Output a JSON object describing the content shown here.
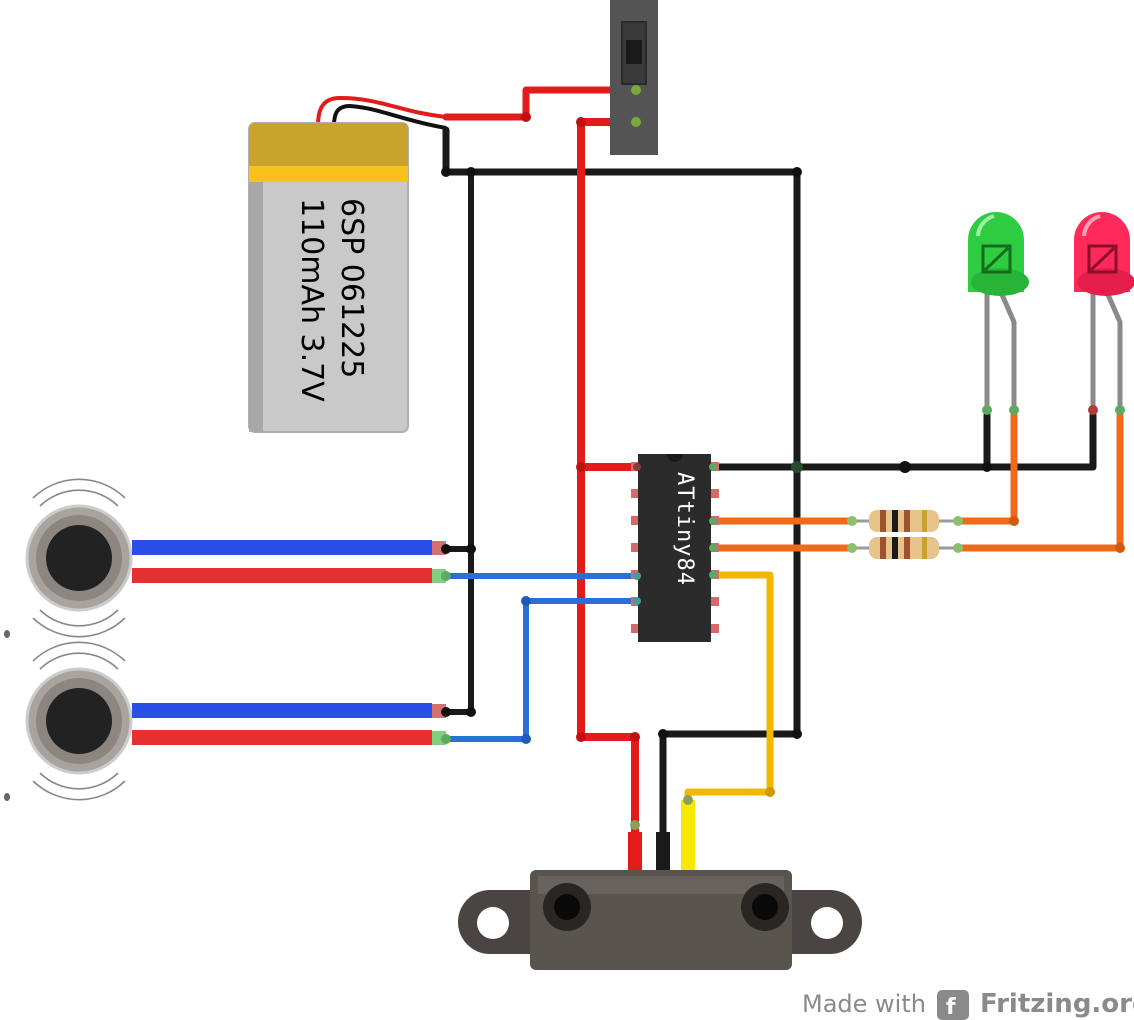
{
  "battery": {
    "line1": "6SP 061225",
    "line2": "110mAh 3.7V"
  },
  "chip": {
    "label": "ATtiny84"
  },
  "footer": {
    "made_with": "Made with",
    "brand": "Fritzing.org",
    "logo_glyph": "f"
  },
  "colors": {
    "wire_red": "#e31b1b",
    "wire_black": "#1a1a1a",
    "wire_blue": "#2a6fd6",
    "wire_orange": "#f06a1a",
    "wire_yellow": "#f2b800",
    "led_green": "#2ecc40",
    "led_red": "#ff2a5a",
    "chip_body": "#2b2b2b",
    "battery_body": "#c9c9c9",
    "battery_cap": "#c9a32e",
    "sensor_body": "#4a4542"
  }
}
